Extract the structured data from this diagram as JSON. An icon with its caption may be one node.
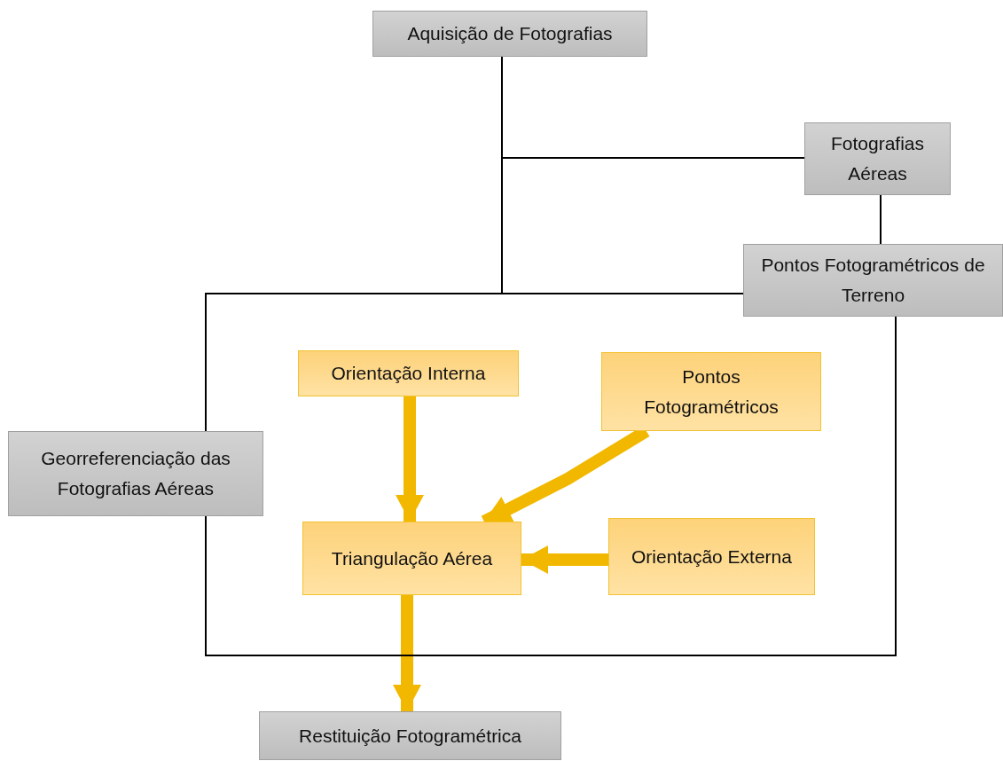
{
  "diagram": {
    "nodes": [
      {
        "text": [
          "Aquisição de Fotografias"
        ]
      },
      {
        "text": [
          "Fotografias Aéreas"
        ]
      },
      {
        "text": [
          "Pontos Fotogramétricos de Terreno"
        ]
      },
      {
        "text": [],
        "shape": "box"
      },
      {
        "text": [
          "Georreferenciação das Fotografias Aéreas"
        ]
      },
      {
        "text": [
          "Orientação Interna"
        ],
        "in": 3
      },
      {
        "text": [
          "Pontos Fotogramétricos"
        ],
        "in": 3
      },
      {
        "text": [
          "Triangulação Aérea"
        ],
        "in": 3
      },
      {
        "text": [
          "Orientação Externa"
        ],
        "in": 3
      },
      {
        "text": [
          "Restituição Fotogramétrica"
        ]
      }
    ],
    "edges": [
      {
        "from": 0,
        "to": 3,
        "arrow": "none",
        "color": "#000000"
      },
      {
        "from": 1,
        "to": 3,
        "arrow": "none",
        "color": "#000000"
      },
      {
        "from": 1,
        "to": 2,
        "arrow": "none",
        "color": "#000000"
      },
      {
        "from": 5,
        "to": 7,
        "arrow": "to"
      },
      {
        "from": 6,
        "to": 7,
        "arrow": "to"
      },
      {
        "from": 8,
        "to": 7,
        "arrow": "to"
      },
      {
        "from": 7,
        "to": 9,
        "arrow": "to"
      }
    ]
  }
}
